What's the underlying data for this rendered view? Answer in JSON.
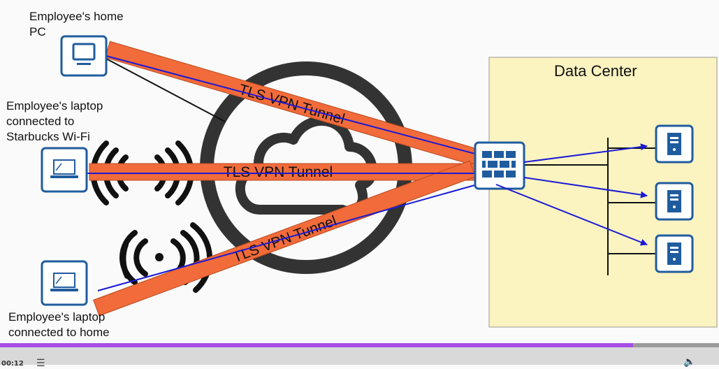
{
  "labels": {
    "home_pc": "Employee's home\nPC",
    "laptop_starbucks": "Employee's laptop\nconnected to\nStarbucks Wi-Fi",
    "laptop_home": "Employee's laptop\nconnected to home\nWi-Fi",
    "data_center": "Data Center"
  },
  "tunnels": [
    "TLS VPN Tunnel",
    "TLS VPN Tunnel",
    "TLS VPN Tunnel"
  ],
  "colors": {
    "tunnel": "#f26b3a",
    "link": "#1a1ad6",
    "device_border": "#1f5c9e",
    "data_center_fill": "#fbf3c0",
    "internet_cloud": "#333333",
    "progress": "#a64ee6"
  },
  "icons": {
    "home_pc": "desktop-monitor-icon",
    "laptops": "laptop-icon",
    "firewall": "firewall-icon",
    "servers": "server-icon",
    "wifi": "wifi-signal-icon",
    "internet": "cloud-icon"
  },
  "player": {
    "time": "00:12",
    "progress_fraction": 0.88,
    "menu_icon": "menu-icon",
    "volume_icon": "volume-icon"
  }
}
